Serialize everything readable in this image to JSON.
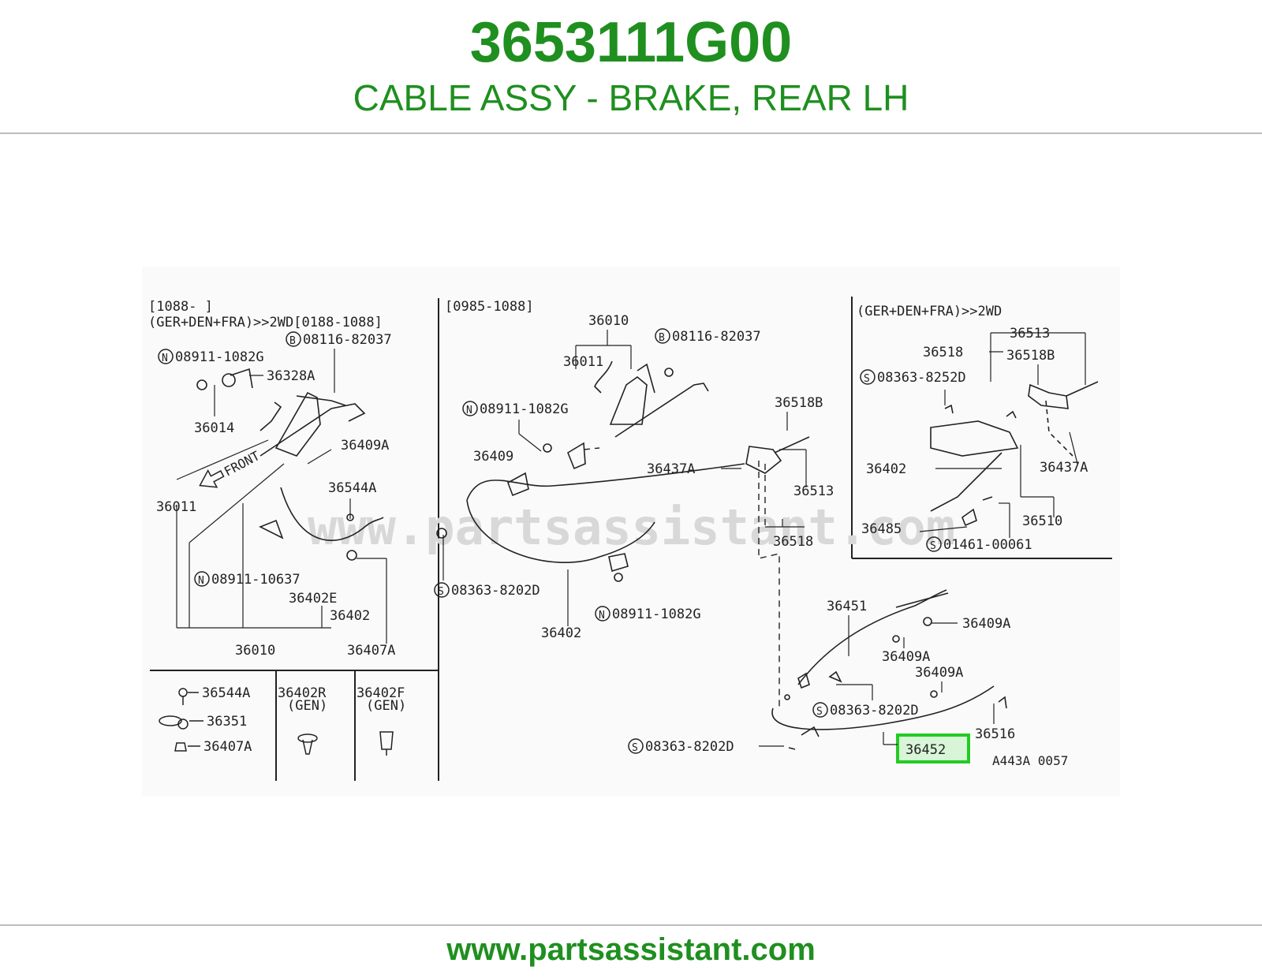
{
  "header": {
    "part_number": "3653111G00",
    "description": "CABLE ASSY - BRAKE, REAR LH"
  },
  "footer": {
    "url": "www.partsassistant.com"
  },
  "watermark": "www.partsassistant.com",
  "colors": {
    "brand_green": "#1f8f1f",
    "highlight_green": "#22cc22"
  },
  "diagram": {
    "left_panel": {
      "range": "[1088-     ]",
      "variant": "(GER+DEN+FRA)>>2WD[0188-1088]",
      "front_label": "FRONT",
      "labels": {
        "n_08911_1082G": "08911-1082G",
        "b_08116_82037": "08116-82037",
        "p36328A": "36328A",
        "p36014": "36014",
        "p36409A": "36409A",
        "p36011": "36011",
        "p36544A": "36544A",
        "n_08911_10637": "08911-10637",
        "p36402E": "36402E",
        "p36402": "36402",
        "p36010": "36010",
        "p36407A": "36407A"
      },
      "sub_boxes": {
        "a_36544A": "36544A",
        "a_36351": "36351",
        "a_36407A": "36407A",
        "b_title": "36402R",
        "b_sub": "(GEN)",
        "c_title": "36402F",
        "c_sub": "(GEN)"
      }
    },
    "middle_panel": {
      "range": "[0985-1088]",
      "labels": {
        "p36010": "36010",
        "b_08116_82037": "08116-82037",
        "p36011": "36011",
        "n_08911_1082G_a": "08911-1082G",
        "p36409": "36409",
        "s_08363_8202D": "08363-8202D",
        "n_08911_1082G_b": "08911-1082G",
        "p36402": "36402",
        "p36437A": "36437A",
        "p36518B": "36518B",
        "p36513": "36513",
        "p36518": "36518"
      }
    },
    "right_panel": {
      "variant": "(GER+DEN+FRA)>>2WD",
      "labels": {
        "p36513": "36513",
        "p36518": "36518",
        "p36518B": "36518B",
        "s_08363_8252D": "08363-8252D",
        "p36402": "36402",
        "p36437A": "36437A",
        "p36485": "36485",
        "p36510": "36510",
        "s_01461_00061": "01461-00061"
      }
    },
    "lower_right": {
      "labels": {
        "p36451": "36451",
        "p36409A_a": "36409A",
        "p36409A_b": "36409A",
        "p36409A_c": "36409A",
        "s_08363_8202D_a": "08363-8202D",
        "s_08363_8202D_b": "08363-8202D",
        "p36516": "36516",
        "p36452": "36452"
      },
      "figure_code": "A443A 0057"
    },
    "symbols": {
      "n": "N",
      "b": "B",
      "s": "S"
    }
  }
}
